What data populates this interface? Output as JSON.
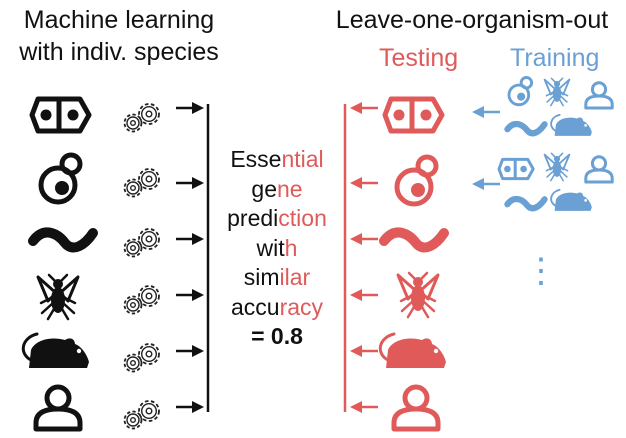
{
  "titles": {
    "left_line1": "Machine learning",
    "left_line2": "with indiv. species",
    "right": "Leave-one-organism-out"
  },
  "columns": {
    "testing": "Testing",
    "training": "Training"
  },
  "center_text": [
    [
      {
        "t": "Esse",
        "c": "dark"
      },
      {
        "t": "ntial",
        "c": "red"
      }
    ],
    [
      {
        "t": "ge",
        "c": "dark"
      },
      {
        "t": "ne",
        "c": "red"
      }
    ],
    [
      {
        "t": "predi",
        "c": "dark"
      },
      {
        "t": "ction",
        "c": "red"
      }
    ],
    [
      {
        "t": "wit",
        "c": "dark"
      },
      {
        "t": "h",
        "c": "red"
      }
    ],
    [
      {
        "t": "sim",
        "c": "dark"
      },
      {
        "t": "ilar",
        "c": "red"
      }
    ],
    [
      {
        "t": "accu",
        "c": "dark"
      },
      {
        "t": "racy",
        "c": "red"
      }
    ],
    [
      {
        "t": "= 0.8",
        "c": "bold"
      }
    ]
  ],
  "organisms": [
    "bacterium-icon",
    "yeast-icon",
    "worm-icon",
    "fly-icon",
    "mouse-icon",
    "human-icon"
  ],
  "colors": {
    "dark": "#111111",
    "testing": "#e05a5a",
    "training": "#6aa0d4"
  },
  "ellipsis": "⋮"
}
